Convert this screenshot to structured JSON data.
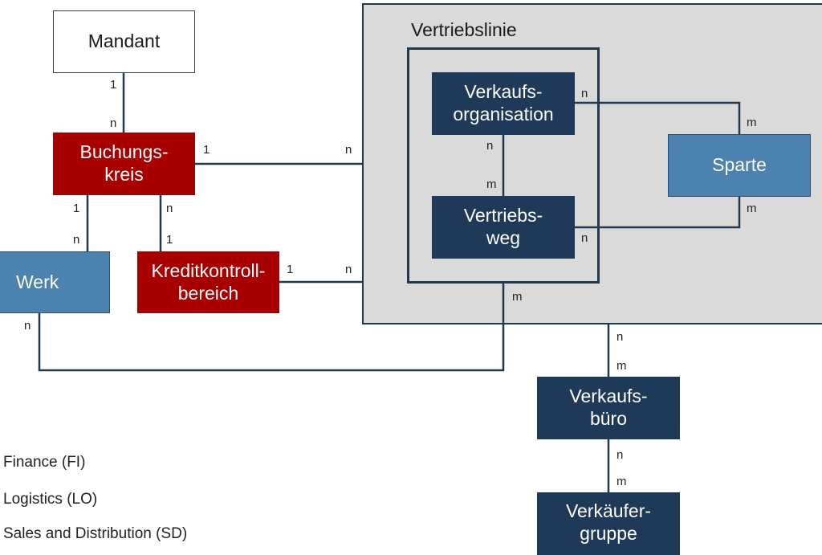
{
  "diagram": {
    "group_label": "Vertriebslinie",
    "entities": {
      "mandant": "Mandant",
      "buchungskreis": "Buchungs-\nkreis",
      "werk": "Werk",
      "kreditkontrollbereich": "Kreditkontroll-\nbereich",
      "verkaufsorganisation": "Verkaufs-\norganisation",
      "vertriebsweg": "Vertriebs-\nweg",
      "sparte": "Sparte",
      "verkaufsbuero": "Verkaufs-\nbüro",
      "verkaeufergruppe": "Verkäufer-\ngruppe"
    },
    "cardinalities": {
      "mandant_buchungskreis_top": "1",
      "mandant_buchungskreis_bottom": "n",
      "bukrs_vertriebslinie_left": "1",
      "bukrs_vertriebslinie_right": "n",
      "bukrs_werk_top": "1",
      "bukrs_werk_bottom": "n",
      "bukrs_kkb_top": "n",
      "bukrs_kkb_bottom": "1",
      "kkb_vertriebslinie_left": "1",
      "kkb_vertriebslinie_right": "n",
      "vkorg_sparte_left": "n",
      "vkorg_sparte_right": "m",
      "vkorg_vtweg_top": "n",
      "vkorg_vtweg_bottom": "m",
      "vtweg_sparte_left": "n",
      "vtweg_sparte_right": "m",
      "werk_inner_left": "n",
      "werk_inner_right": "m",
      "group_vkbur_top": "n",
      "group_vkbur_bottom": "m",
      "vkbur_vkgrp_top": "n",
      "vkbur_vkgrp_bottom": "m"
    },
    "legend": [
      {
        "label": "Finance (FI)",
        "color": "#a80000"
      },
      {
        "label": "Logistics (LO)",
        "color": "#4b82b0"
      },
      {
        "label": "Sales and Distribution (SD)",
        "color": "#1f3a58"
      }
    ],
    "colors": {
      "finance": "#a80000",
      "logistics": "#4b82b0",
      "sales": "#1f3a58",
      "group_bg": "#dadada",
      "line": "#22384f"
    }
  }
}
